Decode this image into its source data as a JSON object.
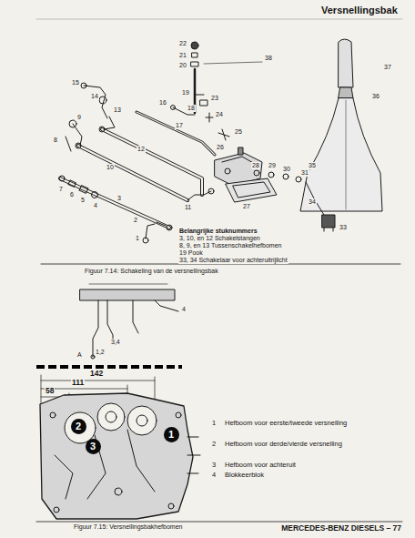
{
  "diagram": {
    "nodes": [
      {
        "text": [
          "2"
        ]
      },
      {
        "text": [
          "3"
        ]
      },
      {
        "text": [
          "1"
        ]
      }
    ],
    "labels": [
      "Versnellingsbak",
      "22",
      "21",
      "20",
      "38",
      "19",
      "37",
      "23",
      "36",
      "15",
      "14",
      "16",
      "18",
      "24",
      "13",
      "17",
      "25",
      "9",
      "8",
      "12",
      "26",
      "28",
      "29",
      "30",
      "31",
      "10",
      "27",
      "35",
      "7",
      "6",
      "5",
      "4",
      "3",
      "34",
      "11",
      "2",
      "1",
      "33",
      "Belangrijke stuknummers",
      "3, 10, en 12 Schakelstangen",
      "8, 9, en 13 Tussenschakelhefbomen",
      "19 Pook",
      "33, 34 Schakelaar voor achteruitrijlicht",
      "Figuur 7.14: Schakeling van de versnellingsbak",
      "4",
      "3,4",
      "1,2",
      "A",
      "142",
      "111",
      "58",
      "1",
      "Hefboom voor eerste/tweede versnelling",
      "2",
      "Hefboom voor derde/vierde versnelling",
      "3",
      "Hefboom voor achteruit",
      "4",
      "Blokkeerblok",
      "Figuur 7.15: Versnellingsbakhefbomen",
      "MERCEDES-BENZ DIESELS – 77"
    ]
  }
}
